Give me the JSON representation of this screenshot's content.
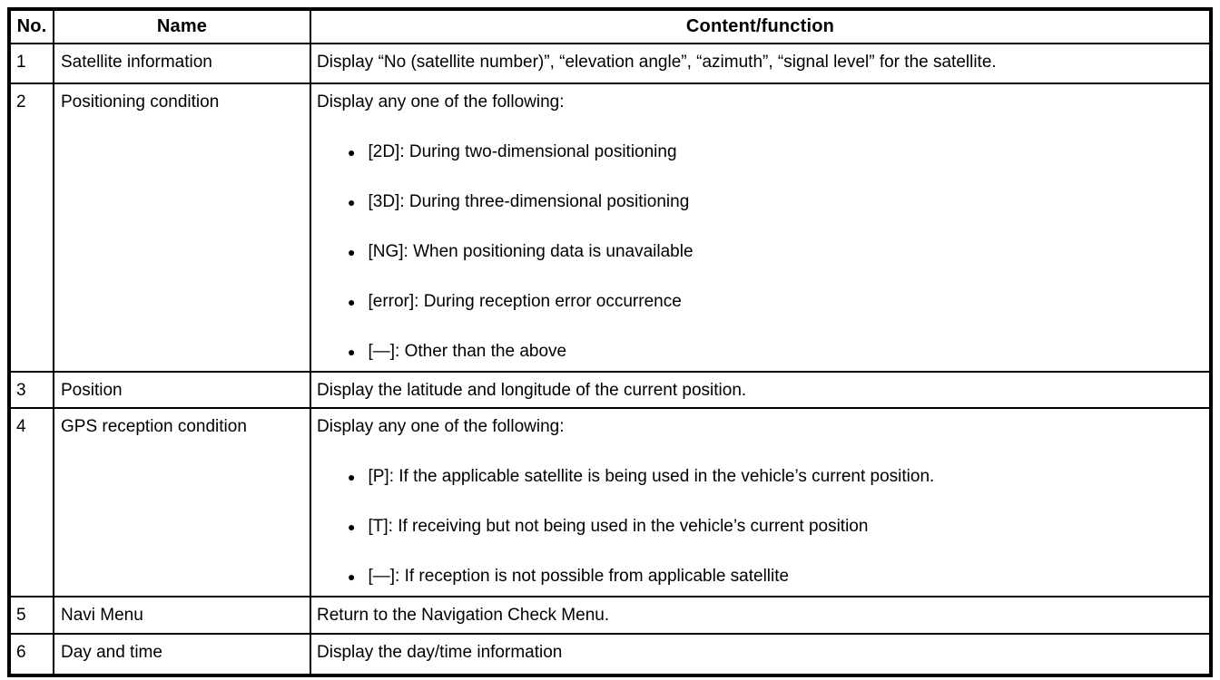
{
  "colors": {
    "border": "#000000",
    "text": "#000000",
    "background": "#ffffff"
  },
  "table": {
    "bullet_glyph": "●",
    "headers": {
      "no": "No.",
      "name": "Name",
      "content": "Content/function"
    },
    "rows": [
      {
        "no": "1",
        "name": "Satellite information",
        "lead": "Display “No (satellite number)”, “elevation angle”, “azimuth”, “signal level” for the satellite.",
        "bullets": []
      },
      {
        "no": "2",
        "name": "Positioning condition",
        "lead": "Display any one of the following:",
        "bullets": [
          "[2D]: During two-dimensional positioning",
          "[3D]: During three-dimensional positioning",
          "[NG]: When positioning data is unavailable",
          "[error]: During reception error occurrence",
          "[—]: Other than the above"
        ]
      },
      {
        "no": "3",
        "name": "Position",
        "lead": "Display the latitude and longitude of the current position.",
        "bullets": []
      },
      {
        "no": "4",
        "name": "GPS reception condition",
        "lead": "Display any one of the following:",
        "bullets": [
          "[P]: If the applicable satellite is being used in the vehicle’s current position.",
          "[T]: If receiving but not being used in the vehicle’s current position",
          "[—]: If reception is not possible from applicable satellite"
        ]
      },
      {
        "no": "5",
        "name": "Navi Menu",
        "lead": "Return to the Navigation Check Menu.",
        "bullets": []
      },
      {
        "no": "6",
        "name": "Day and time",
        "lead": "Display the day/time information",
        "bullets": []
      }
    ]
  }
}
